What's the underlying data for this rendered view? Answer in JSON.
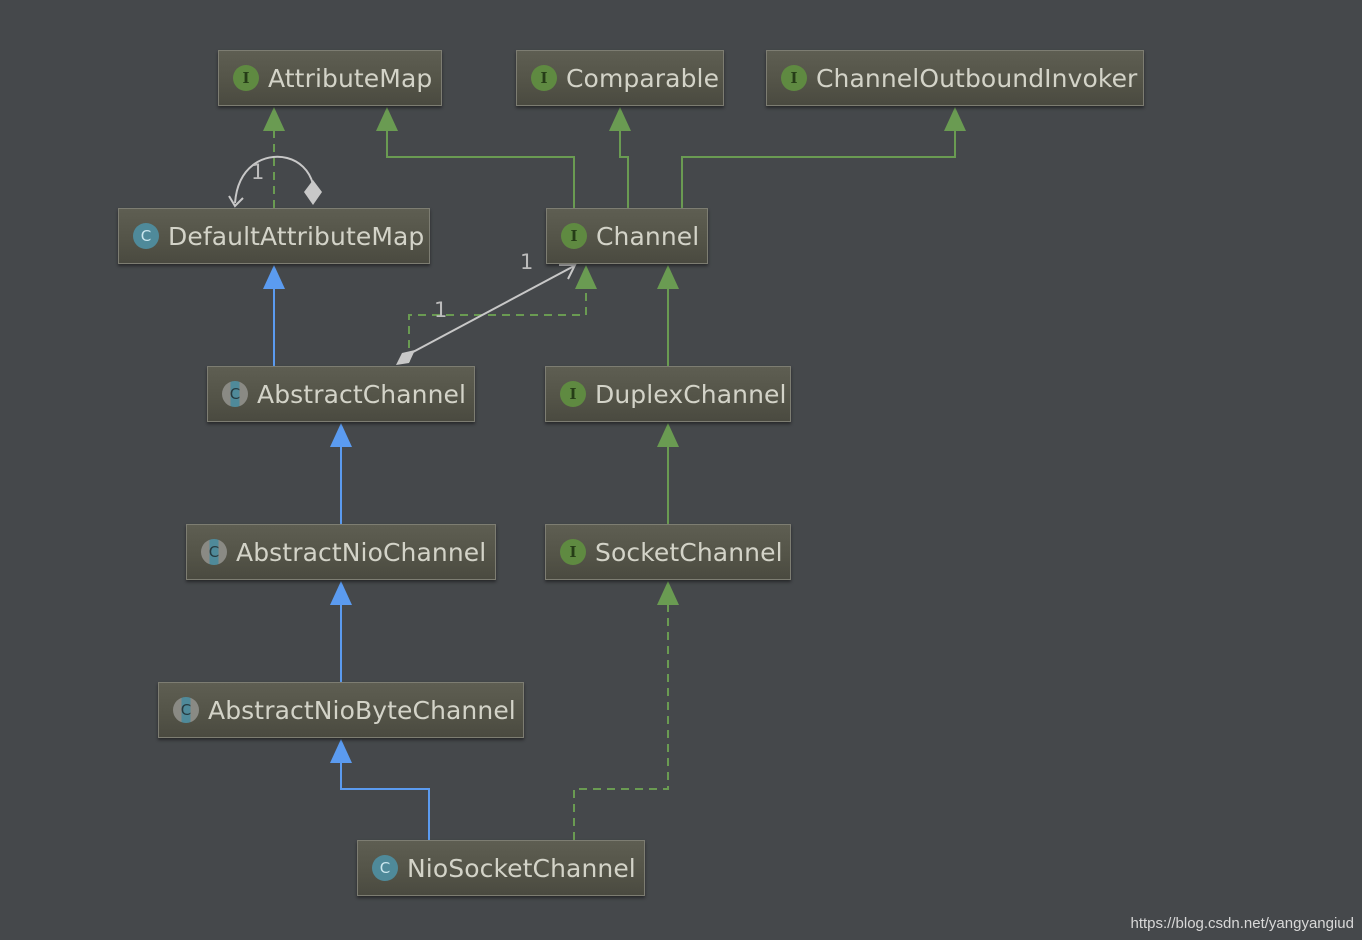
{
  "nodes": {
    "attribute_map": {
      "name": "AttributeMap",
      "kind": "interface",
      "badge": "I"
    },
    "comparable": {
      "name": "Comparable",
      "kind": "interface",
      "badge": "I"
    },
    "channel_outbound_invoker": {
      "name": "ChannelOutboundInvoker",
      "kind": "interface",
      "badge": "I"
    },
    "default_attribute_map": {
      "name": "DefaultAttributeMap",
      "kind": "class",
      "badge": "C"
    },
    "channel": {
      "name": "Channel",
      "kind": "interface",
      "badge": "I"
    },
    "abstract_channel": {
      "name": "AbstractChannel",
      "kind": "abstract-class",
      "badge": "C"
    },
    "duplex_channel": {
      "name": "DuplexChannel",
      "kind": "interface",
      "badge": "I"
    },
    "abstract_nio_channel": {
      "name": "AbstractNioChannel",
      "kind": "abstract-class",
      "badge": "C"
    },
    "socket_channel": {
      "name": "SocketChannel",
      "kind": "interface",
      "badge": "I"
    },
    "abstract_nio_byte_channel": {
      "name": "AbstractNioByteChannel",
      "kind": "abstract-class",
      "badge": "C"
    },
    "nio_socket_channel": {
      "name": "NioSocketChannel",
      "kind": "class",
      "badge": "C"
    }
  },
  "multiplicity_labels": {
    "default_attribute_map_self": "1",
    "channel_end": "1",
    "abstract_channel_end": "1"
  },
  "watermark": "https://blog.csdn.net/yangyangiud",
  "colors": {
    "background": "#45484b",
    "extends_arrow": "#5b9bf0",
    "implements_arrow": "#6a9b52",
    "association": "#c8c8c8",
    "interface_badge": "#5f8a41",
    "class_badge": "#4f8a9a"
  }
}
